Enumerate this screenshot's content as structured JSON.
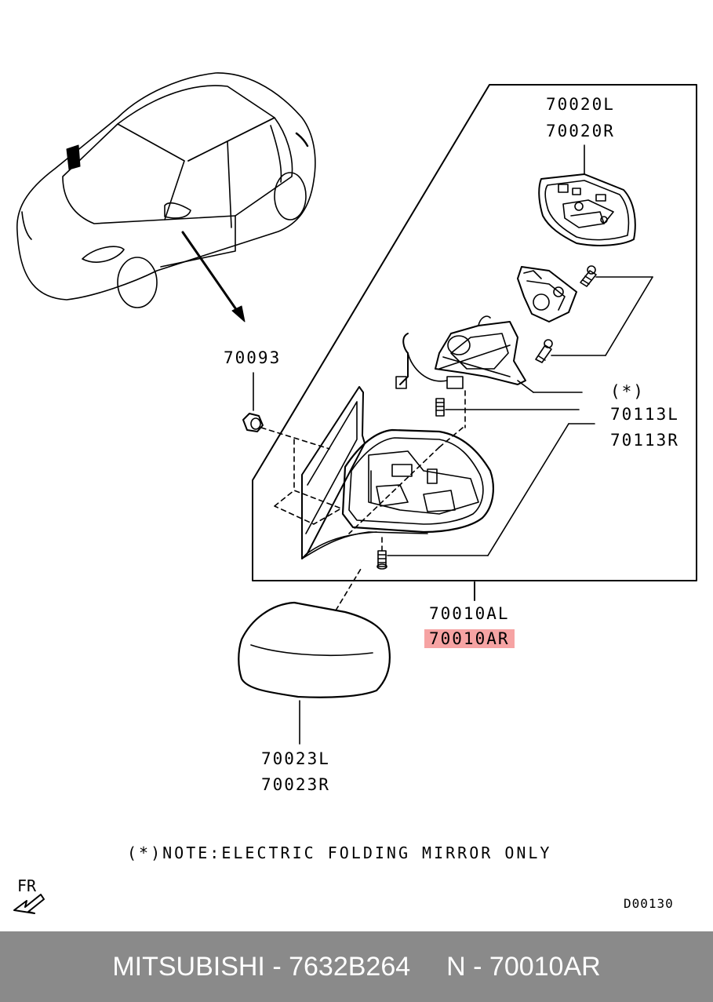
{
  "labels": {
    "mirror_glass_l": "70020L",
    "mirror_glass_r": "70020R",
    "clip": "70093",
    "asterisk": "(*)",
    "actuator_l": "70113L",
    "actuator_r": "70113R",
    "mirror_assy_l": "70010AL",
    "mirror_assy_r": "70010AR",
    "cover_l": "70023L",
    "cover_r": "70023R"
  },
  "note": "(*)NOTE:ELECTRIC FOLDING MIRROR ONLY",
  "direction": "FR",
  "diagram_code": "D00130",
  "footer": {
    "brand_part": "MITSUBISHI - 7632B264",
    "ref_part": "N - 70010AR"
  },
  "highlight_color": "#f6a3a3",
  "footer_color": "#8a8a8a"
}
